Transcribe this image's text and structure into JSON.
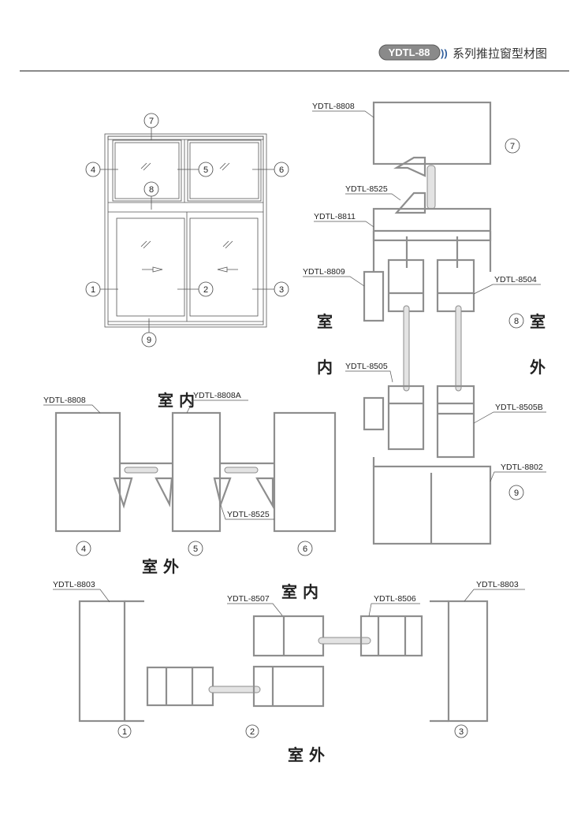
{
  "header": {
    "badge": "YDTL-88",
    "arrows": "))",
    "title": "系列推拉窗型材图"
  },
  "elevation": {
    "markers": [
      "1",
      "2",
      "3",
      "4",
      "5",
      "6",
      "7",
      "8",
      "9"
    ]
  },
  "vertical_section": {
    "labels": {
      "top_frame": "YDTL-8808",
      "bead": "YDTL-8525",
      "transom": "YDTL-8811",
      "interlock_in": "YDTL-8809",
      "sash_top": "YDTL-8504",
      "sash_bottom": "YDTL-8505",
      "sash_bottom_b": "YDTL-8505B",
      "sill": "YDTL-8802"
    },
    "markers": {
      "top": "7",
      "middle": "8",
      "bottom": "9"
    },
    "indoor": [
      "室",
      "内"
    ],
    "outdoor": [
      "室",
      "外"
    ]
  },
  "upper_horizontal": {
    "indoor": "室 内",
    "outdoor": "室 外",
    "labels": {
      "left": "YDTL-8808",
      "middle": "YDTL-8808A",
      "bead": "YDTL-8525"
    },
    "markers": [
      "4",
      "5",
      "6"
    ]
  },
  "lower_horizontal": {
    "indoor": "室 内",
    "outdoor": "室 外",
    "labels": {
      "left_frame": "YDTL-8803",
      "interlock": "YDTL-8507",
      "sash": "YDTL-8506",
      "right_frame": "YDTL-8803"
    },
    "markers": [
      "1",
      "2",
      "3"
    ]
  }
}
